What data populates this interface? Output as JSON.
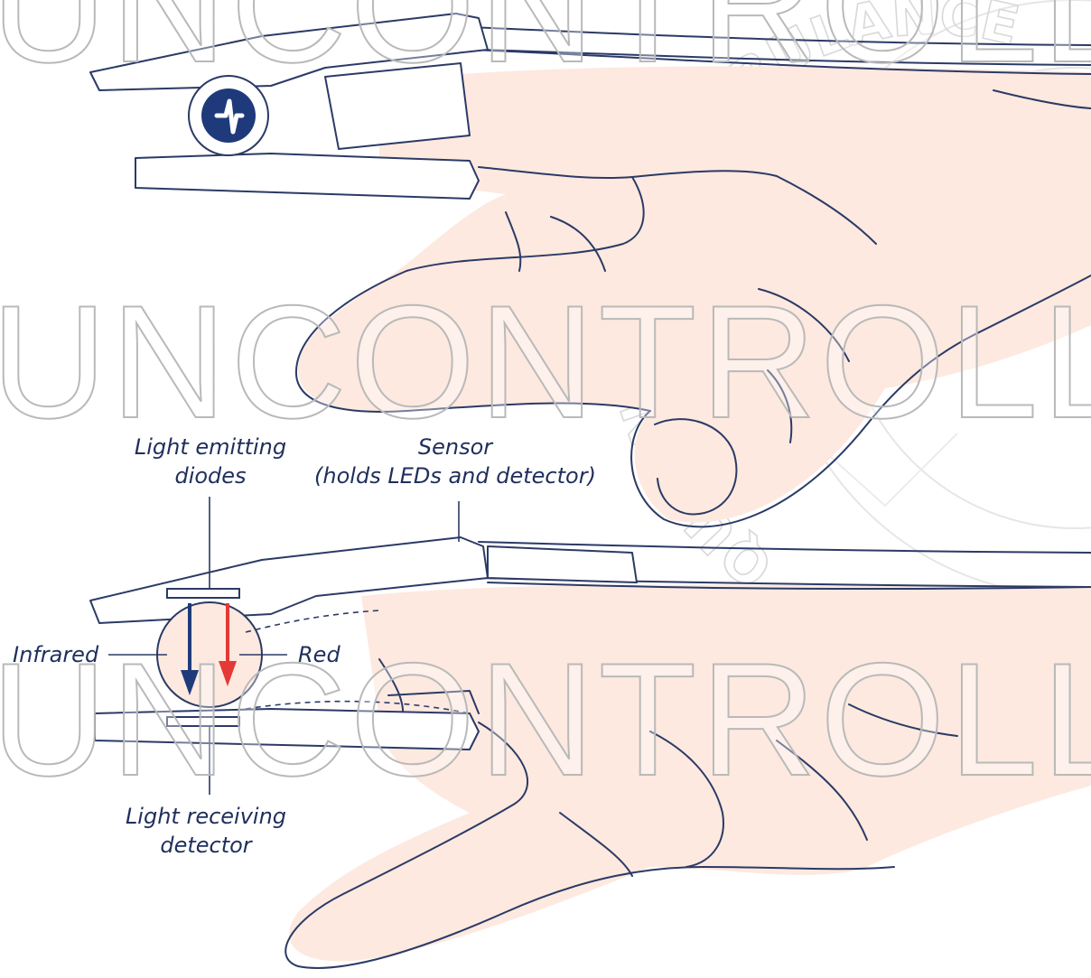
{
  "diagram": {
    "labels": {
      "led_line1": "Light emitting",
      "led_line2": "diodes",
      "sensor_line1": "Sensor",
      "sensor_line2": "(holds LEDs and detector)",
      "infrared": "Infrared",
      "red": "Red",
      "detector_line1": "Light receiving",
      "detector_line2": "detector"
    },
    "watermark": {
      "text": "UNCONTROLLED",
      "seal_text": "QUEENSLAND AMBULANCE"
    },
    "colors": {
      "ink": "#2b3a66",
      "skin": "#fde9df",
      "infrared_arrow": "#1f3a7a",
      "red_arrow": "#e53935",
      "label_text": "#1f2f5c",
      "watermark_outline": "#b9b9b9"
    },
    "icons": [
      "pulse-logo-icon",
      "infrared-arrow-icon",
      "red-arrow-icon"
    ]
  }
}
